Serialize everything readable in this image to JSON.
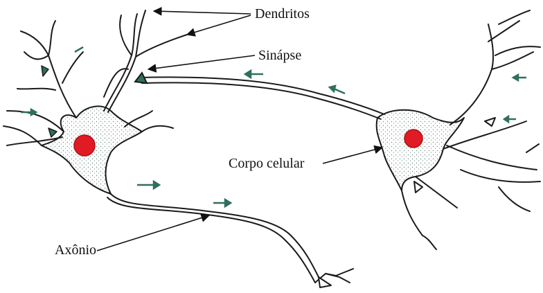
{
  "labels": {
    "dendritos": "Dendritos",
    "sinapse": "Sinápse",
    "corpo_celular": "Corpo celular",
    "axonio": "Axônio"
  },
  "colors": {
    "outline": "#1a1a1a",
    "nucleus": "#e01b24",
    "signal_arrow": "#2f6f5f",
    "body_stipple": "#6a8a80",
    "background": "#ffffff"
  },
  "icons": {
    "signal_direction": "small-arrow-icon"
  }
}
